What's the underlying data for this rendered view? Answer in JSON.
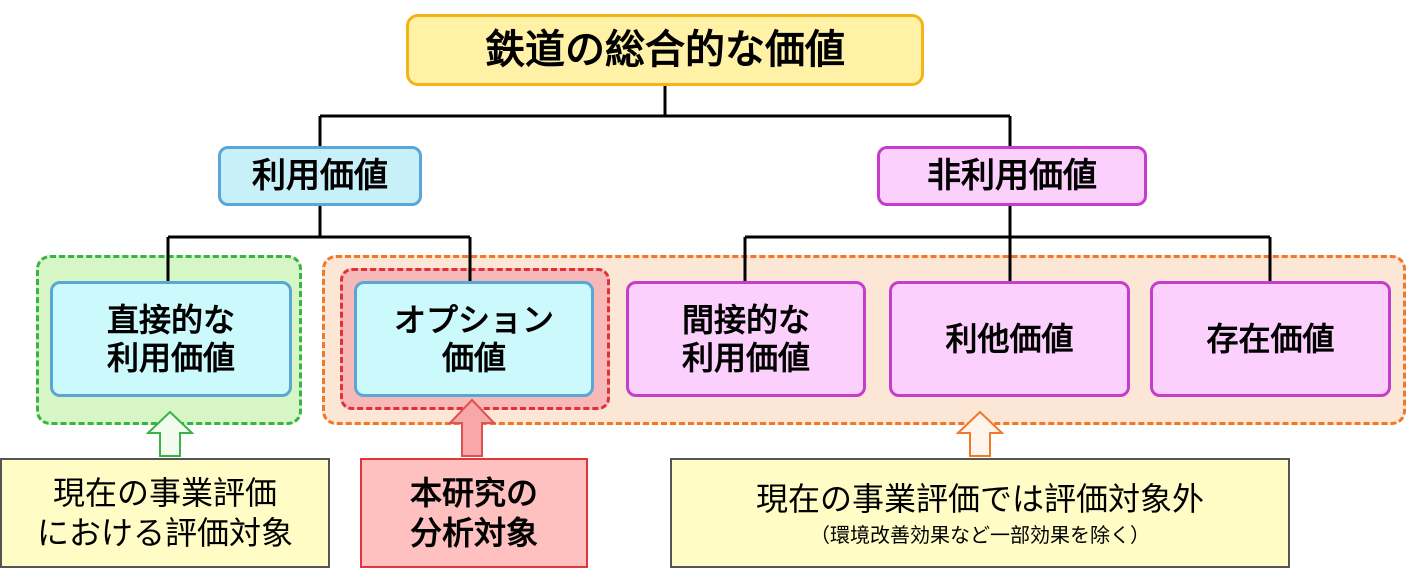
{
  "root": {
    "label": "鉄道の総合的な価値"
  },
  "use_value": {
    "label": "利用価値"
  },
  "nonuse_value": {
    "label": "非利用価値"
  },
  "leaves": {
    "direct": {
      "line1": "直接的な",
      "line2": "利用価値"
    },
    "option": {
      "line1": "オプション",
      "line2": "価値"
    },
    "indirect": {
      "line1": "間接的な",
      "line2": "利用価値"
    },
    "altruistic": {
      "label": "利他価値"
    },
    "existence": {
      "label": "存在価値"
    }
  },
  "notes": {
    "current": {
      "line1": "現在の事業評価",
      "line2": "における評価対象"
    },
    "study": {
      "line1": "本研究の",
      "line2": "分析対象"
    },
    "excluded": {
      "line1": "現在の事業評価では評価対象外",
      "line2": "（環境改善効果など一部効果を除く）"
    }
  },
  "colors": {
    "root_fill": "#fff2a6",
    "root_border": "#f2b416",
    "use_fill": "#c8f0f8",
    "use_border": "#5aa6d6",
    "nonuse_fill": "#fcd0fc",
    "nonuse_border": "#c63ccc",
    "green_group": "#d6f6c6",
    "orange_group": "#fce6d6",
    "red_group": "#f7b8b8",
    "arrow_green": "#3ab24a",
    "arrow_red": "#e05050",
    "arrow_orange": "#f0782a"
  },
  "icons": {
    "arrows": "up-arrow-icon"
  }
}
